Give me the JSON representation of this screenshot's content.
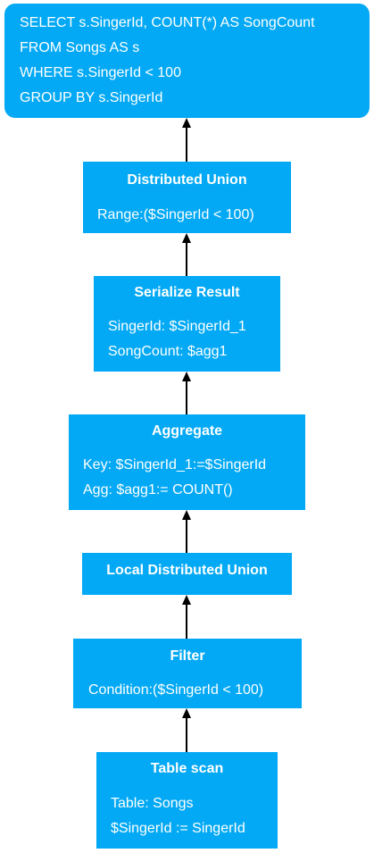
{
  "query": {
    "lines": [
      "SELECT s.SingerId, COUNT(*) AS SongCount",
      "FROM Songs AS s",
      "WHERE s.SingerId < 100",
      "GROUP BY s.SingerId"
    ]
  },
  "nodes": {
    "distributed_union": {
      "title": "Distributed Union",
      "lines": [
        "Range:($SingerId < 100)"
      ]
    },
    "serialize_result": {
      "title": "Serialize Result",
      "lines": [
        "SingerId: $SingerId_1",
        "SongCount: $agg1"
      ]
    },
    "aggregate": {
      "title": "Aggregate",
      "lines": [
        "Key: $SingerId_1:=$SingerId",
        "Agg: $agg1:= COUNT()"
      ]
    },
    "local_distributed_union": {
      "title": "Local Distributed Union",
      "lines": []
    },
    "filter": {
      "title": "Filter",
      "lines": [
        "Condition:($SingerId < 100)"
      ]
    },
    "table_scan": {
      "title": "Table scan",
      "lines": [
        "Table: Songs",
        "$SingerId := SingerId"
      ]
    }
  },
  "colors": {
    "node_fill": "#03a9f4",
    "text": "#ffffff",
    "arrow": "#000000"
  }
}
